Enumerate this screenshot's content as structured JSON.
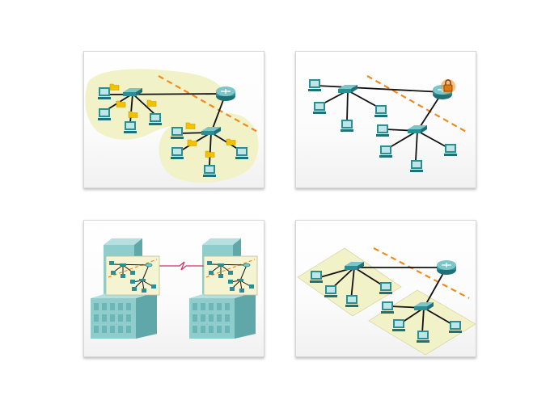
{
  "colors": {
    "zone_fill": "#f2f2c9",
    "link": "#111111",
    "firewall_line": "#f08a1c",
    "device_teal": "#2a8f95",
    "device_light": "#7cc6c9",
    "monitor_screen": "#5fb8bb",
    "folder": "#f2c200",
    "lock": "#f08a1c",
    "building": "#8fcccc",
    "wan_link": "#d4306b"
  },
  "panels": [
    {
      "name": "network-with-shared-files",
      "icons": [
        "router-icon",
        "switch-icon",
        "pc-icon",
        "folder-icon"
      ]
    },
    {
      "name": "network-with-secured-router",
      "icons": [
        "router-icon",
        "lock-icon",
        "switch-icon",
        "pc-icon"
      ]
    },
    {
      "name": "networks-in-two-buildings",
      "icons": [
        "building-icon",
        "wan-link-icon"
      ]
    },
    {
      "name": "network-with-two-segments",
      "icons": [
        "router-icon",
        "switch-icon",
        "pc-icon"
      ]
    }
  ]
}
